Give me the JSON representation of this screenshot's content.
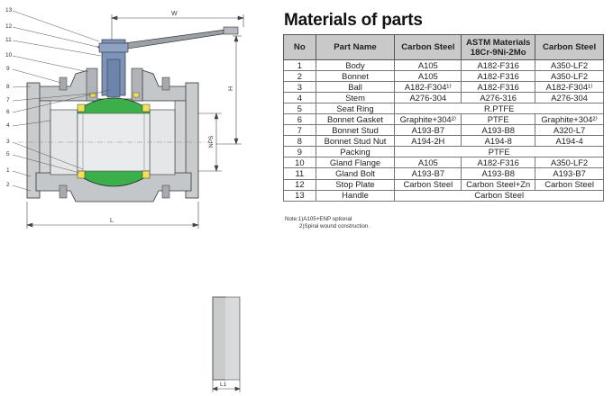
{
  "title": "Materials of parts",
  "table": {
    "headers": [
      "No",
      "Part Name",
      "Carbon Steel",
      "ASTM Materials 18Cr-9Ni-2Mo",
      "Carbon Steel"
    ],
    "rows": [
      {
        "no": "1",
        "part": "Body",
        "m1": "A105",
        "m2": "A182-F316",
        "m3": "A350-LF2"
      },
      {
        "no": "2",
        "part": "Bonnet",
        "m1": "A105",
        "m2": "A182-F316",
        "m3": "A350-LF2"
      },
      {
        "no": "3",
        "part": "Ball",
        "m1": "A182-F304¹⁾",
        "m2": "A182-F316",
        "m3": "A182-F304¹⁾"
      },
      {
        "no": "4",
        "part": "Stem",
        "m1": "A276-304",
        "m2": "A276-316",
        "m3": "A276-304"
      },
      {
        "no": "5",
        "part": "Seat Ring",
        "span": "R.PTFE"
      },
      {
        "no": "6",
        "part": "Bonnet Gasket",
        "m1": "Graphite+304²⁾",
        "m2": "PTFE",
        "m3": "Graphite+304²⁾"
      },
      {
        "no": "7",
        "part": "Bonnet Stud",
        "m1": "A193-B7",
        "m2": "A193-B8",
        "m3": "A320-L7"
      },
      {
        "no": "8",
        "part": "Bonnet Stud Nut",
        "m1": "A194-2H",
        "m2": "A194-8",
        "m3": "A194-4"
      },
      {
        "no": "9",
        "part": "Packing",
        "span": "PTFE"
      },
      {
        "no": "10",
        "part": "Gland Flange",
        "m1": "A105",
        "m2": "A182-F316",
        "m3": "A350-LF2"
      },
      {
        "no": "11",
        "part": "Gland Bolt",
        "m1": "A193-B7",
        "m2": "A193-B8",
        "m3": "A193-B7"
      },
      {
        "no": "12",
        "part": "Stop Plate",
        "m1": "Carbon Steel",
        "m2": "Carbon Steel+Zn",
        "m3": "Carbon Steel"
      },
      {
        "no": "13",
        "part": "Handle",
        "span": "Carbon Steel"
      }
    ]
  },
  "notes": {
    "line1": "Note:1)A105+ENP optional",
    "line2": "2)Spiral wound construction."
  },
  "drawing": {
    "callouts": [
      "13",
      "12",
      "11",
      "10",
      "9",
      "8",
      "7",
      "6",
      "4",
      "3",
      "5",
      "1",
      "2"
    ],
    "dim_w": "W",
    "dim_h": "H",
    "dim_nps": "NPS",
    "dim_l": "L",
    "dim_l1": "L1"
  }
}
